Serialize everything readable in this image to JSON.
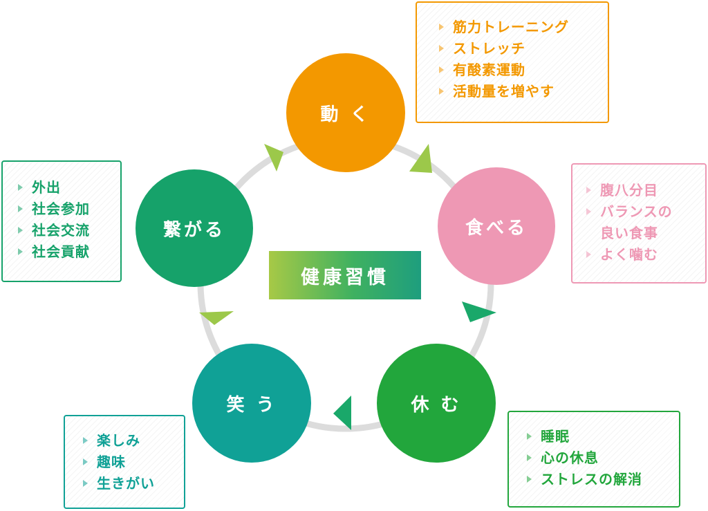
{
  "center": {
    "label": "健康習慣"
  },
  "nodes": {
    "move": {
      "label": "動 く",
      "color": "#f39800"
    },
    "eat": {
      "label": "食べる",
      "color": "#ee98b4"
    },
    "rest": {
      "label": "休 む",
      "color": "#22a63c"
    },
    "laugh": {
      "label": "笑 う",
      "color": "#10a196"
    },
    "connect": {
      "label": "繋がる",
      "color": "#16a26a"
    }
  },
  "boxes": {
    "move": {
      "items": [
        "筋力トレーニング",
        "ストレッチ",
        "有酸素運動",
        "活動量を増やす"
      ],
      "color": "#f39800"
    },
    "eat": {
      "items": [
        "腹八分目",
        "バランスの",
        "良い食事",
        "よく噛む"
      ],
      "color": "#ee98b4"
    },
    "rest": {
      "items": [
        "睡眠",
        "心の休息",
        "ストレスの解消"
      ],
      "color": "#22a63c"
    },
    "laugh": {
      "items": [
        "楽しみ",
        "趣味",
        "生きがい"
      ],
      "color": "#10a196"
    },
    "connect": {
      "items": [
        "外出",
        "社会参加",
        "社会交流",
        "社会貢献"
      ],
      "color": "#16a26a"
    }
  },
  "ring": {
    "color": "#dcdcdc",
    "arrow_color": "#9cc84a"
  }
}
